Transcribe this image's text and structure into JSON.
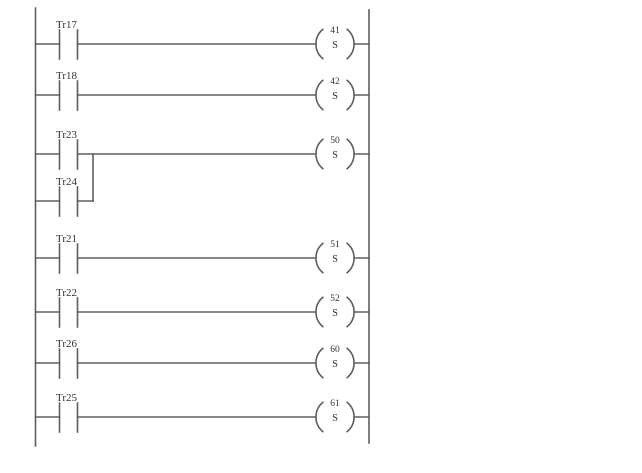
{
  "diagram": {
    "kind": "plc-ladder-logic",
    "background_color": "#ffffff",
    "line_color": "#5e5e5e",
    "text_color": "#333333",
    "rungs": [
      {
        "contact": "Tr17",
        "coil_number": "41",
        "coil_letter": "S"
      },
      {
        "contact": "Tr18",
        "coil_number": "42",
        "coil_letter": "S"
      },
      {
        "contact": "Tr23",
        "parallel_contact": "Tr24",
        "coil_number": "50",
        "coil_letter": "S"
      },
      {
        "contact": "Tr21",
        "coil_number": "51",
        "coil_letter": "S"
      },
      {
        "contact": "Tr22",
        "coil_number": "52",
        "coil_letter": "S"
      },
      {
        "contact": "Tr26",
        "coil_number": "60",
        "coil_letter": "S"
      },
      {
        "contact": "Tr25",
        "coil_number": "61",
        "coil_letter": "S"
      }
    ]
  }
}
